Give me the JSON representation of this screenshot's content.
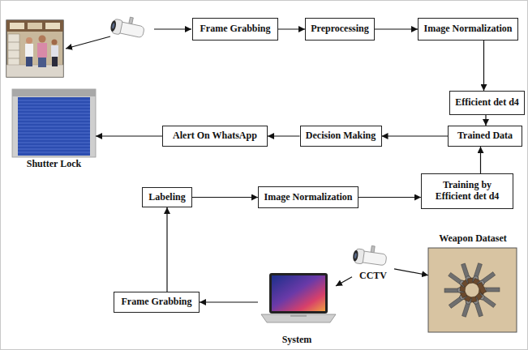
{
  "diagram": {
    "nodes": [
      {
        "text": [
          "Frame Grabbing"
        ]
      },
      {
        "text": [
          "Preprocessing"
        ]
      },
      {
        "text": [
          "Image Normalization"
        ]
      },
      {
        "text": [
          "Efficient det d4"
        ]
      },
      {
        "text": [
          "Trained Data"
        ]
      },
      {
        "text": [
          "Decision Making"
        ]
      },
      {
        "text": [
          "Alert On WhatsApp"
        ]
      },
      {
        "text": [
          "Shutter Lock"
        ]
      },
      {
        "text": [
          "Labeling"
        ]
      },
      {
        "text": [
          "Image Normalization"
        ]
      },
      {
        "text": [
          "Training by Efficient det d4"
        ]
      },
      {
        "text": [
          "CCTV"
        ]
      },
      {
        "text": [
          "Weapon Dataset"
        ]
      },
      {
        "text": [
          "Frame Grabbing"
        ]
      },
      {
        "text": [
          "System"
        ]
      }
    ],
    "edges": [
      {
        "from": 0,
        "to": 1,
        "arrow": "to"
      },
      {
        "from": 1,
        "to": 2,
        "arrow": "to"
      },
      {
        "from": 2,
        "to": 3,
        "arrow": "to"
      },
      {
        "from": 3,
        "to": 4,
        "arrow": "to"
      },
      {
        "from": 4,
        "to": 5,
        "arrow": "to"
      },
      {
        "from": 5,
        "to": 6,
        "arrow": "to"
      },
      {
        "from": 6,
        "to": 7,
        "arrow": "to"
      },
      {
        "from": 13,
        "to": 8,
        "arrow": "to"
      },
      {
        "from": 8,
        "to": 9,
        "arrow": "to"
      },
      {
        "from": 9,
        "to": 10,
        "arrow": "to"
      },
      {
        "from": 10,
        "to": 4,
        "arrow": "to"
      },
      {
        "from": 14,
        "to": 13,
        "arrow": "to"
      },
      {
        "from": 11,
        "to": 14,
        "arrow": "to"
      },
      {
        "from": 11,
        "to": 12,
        "arrow": "to"
      }
    ]
  }
}
